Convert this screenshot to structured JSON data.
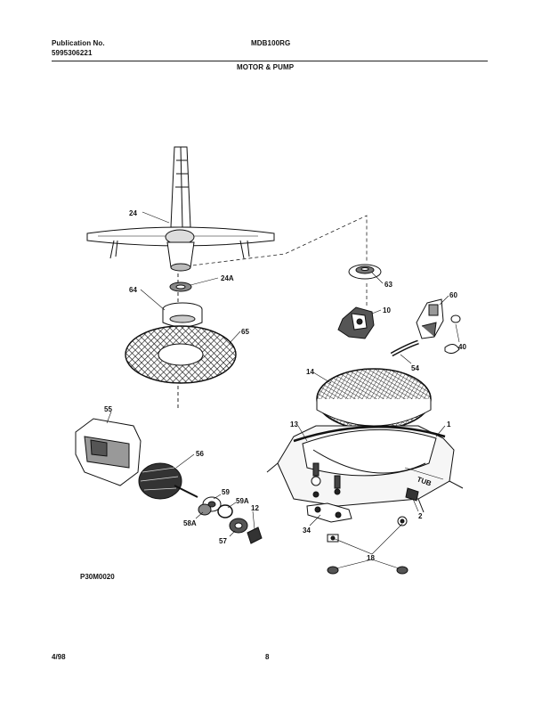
{
  "header": {
    "publication_label": "Publication No.",
    "publication_number": "5995306221",
    "model": "MDB100RG",
    "section_title": "MOTOR & PUMP"
  },
  "callouts": {
    "c24": "24",
    "c24A": "24A",
    "c64": "64",
    "c65": "65",
    "c63": "63",
    "c10": "10",
    "c60": "60",
    "c40": "40",
    "c54": "54",
    "c14": "14",
    "c13": "13",
    "c1": "1",
    "c55": "55",
    "c56": "56",
    "c59": "59",
    "c59A": "59A",
    "c58A": "58A",
    "c12": "12",
    "c57": "57",
    "c2": "2",
    "c34": "34",
    "c18": "18"
  },
  "tub_label": "TUB",
  "diagram_code": "P30M0020",
  "footer": {
    "date": "4/98",
    "page": "8"
  }
}
